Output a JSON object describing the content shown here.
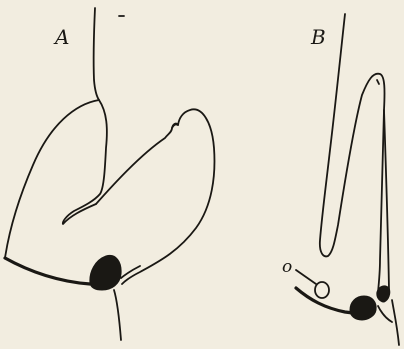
{
  "figure": {
    "panel_a": {
      "label": "A"
    },
    "panel_b": {
      "label": "B",
      "marker_label": "o"
    }
  }
}
